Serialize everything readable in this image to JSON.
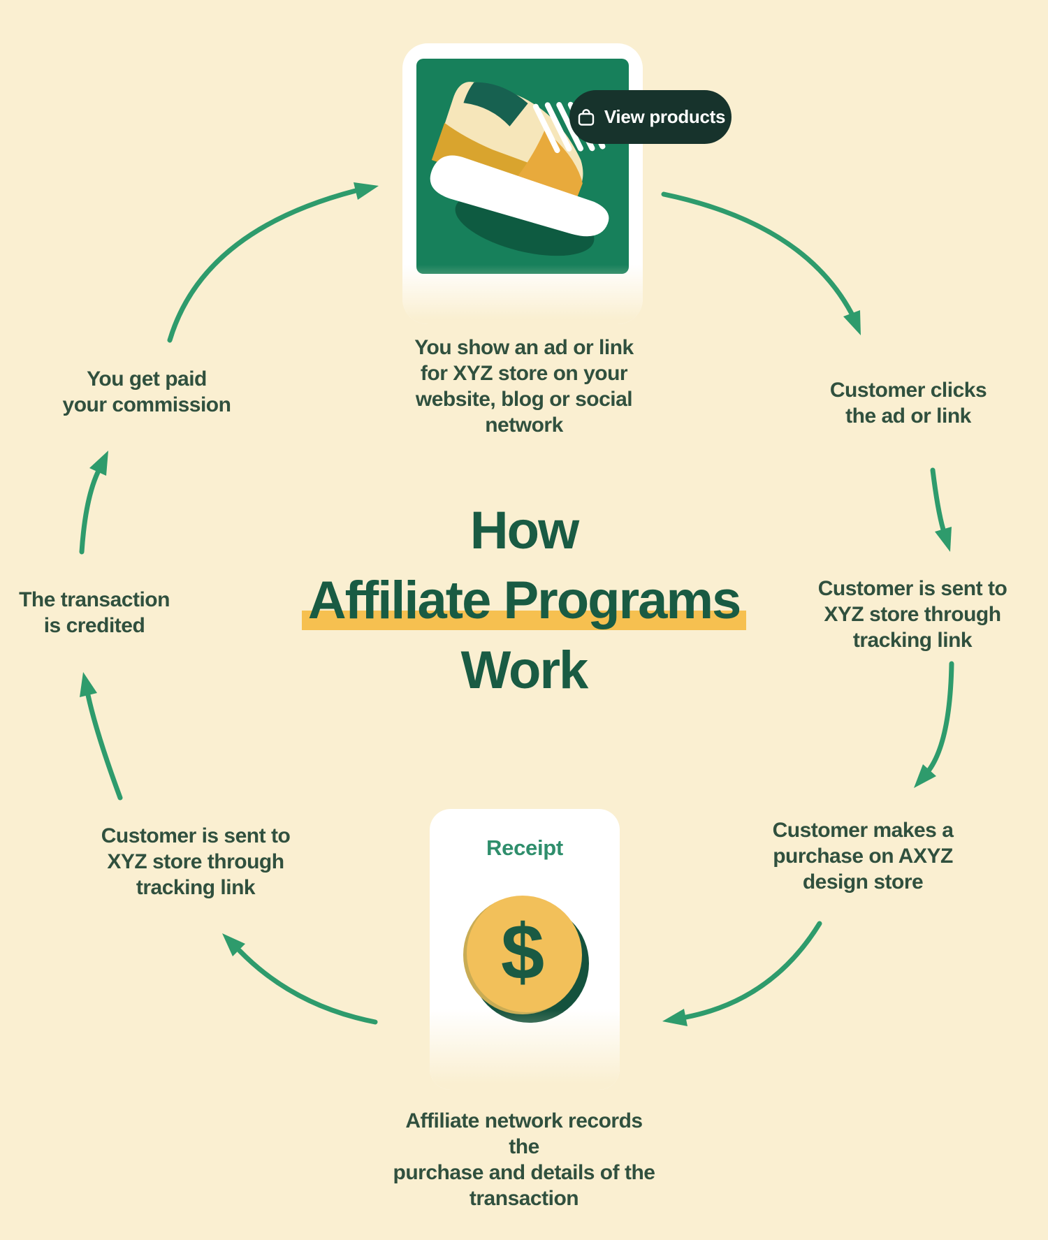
{
  "page": {
    "background_color": "#FAEFD1"
  },
  "colors": {
    "accent_arrow_green": "#2E9B6C",
    "title_green": "#195B43",
    "body_text_green": "#30503E",
    "highlight_yellow": "#F6C050",
    "product_tile_green": "#17805B",
    "button_dark_green": "#17332C",
    "coin_yellow": "#F2C05A",
    "coin_shadow_green": "#14523D",
    "receipt_label_teal": "#2F8E6C",
    "card_white": "#FFFFFF"
  },
  "title": {
    "line1": "How",
    "line2": "Affiliate Programs",
    "line3": "Work"
  },
  "product_card": {
    "button_label": "View products",
    "image_subject": "sneaker"
  },
  "receipt_card": {
    "label": "Receipt",
    "coin_symbol": "$"
  },
  "steps": [
    {
      "id": "show-ad",
      "label": "You show an ad or link\nfor XYZ store on your\nwebsite, blog or social\nnetwork"
    },
    {
      "id": "customer-clicks",
      "label": "Customer clicks\nthe ad or link"
    },
    {
      "id": "sent-to-store-right",
      "label": "Customer is sent to\nXYZ store through\ntracking link"
    },
    {
      "id": "makes-purchase",
      "label": "Customer makes a\npurchase on AXYZ\ndesign store"
    },
    {
      "id": "network-records",
      "label": "Affiliate network records the\npurchase and details of the\ntransaction"
    },
    {
      "id": "sent-to-store-left",
      "label": "Customer is sent to\nXYZ store through\ntracking link"
    },
    {
      "id": "transaction-credited",
      "label": "The transaction\nis credited"
    },
    {
      "id": "get-paid",
      "label": "You get paid\nyour commission"
    }
  ]
}
